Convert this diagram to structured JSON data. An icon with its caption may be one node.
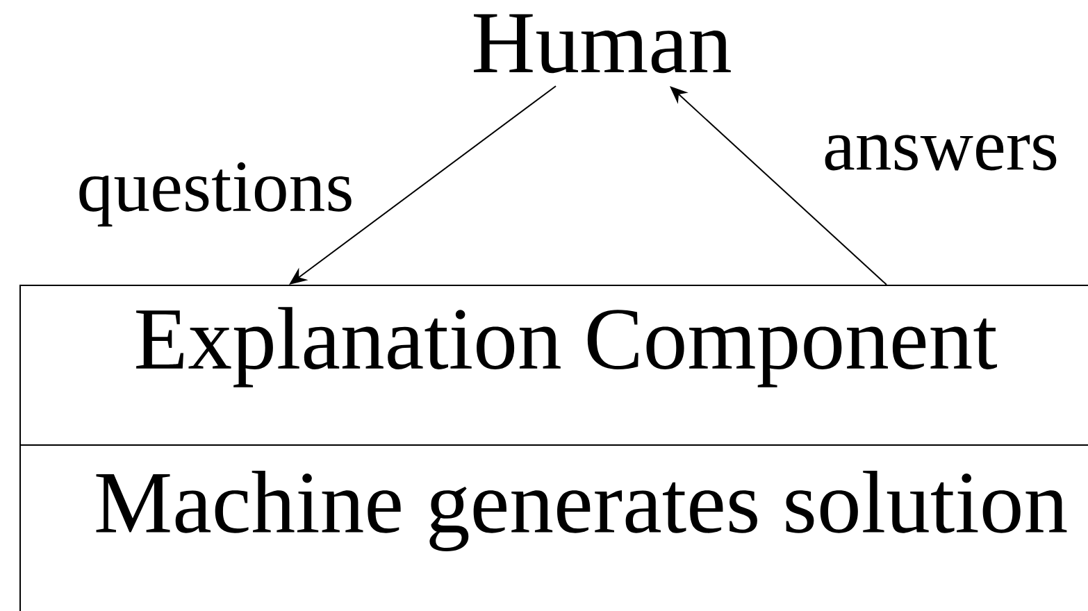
{
  "diagram": {
    "nodes": [
      {
        "text": [
          "Human"
        ]
      },
      {
        "text": [
          "Explanation Component"
        ]
      },
      {
        "text": [
          "Machine generates solution"
        ]
      }
    ],
    "edges": [
      {
        "from": 0,
        "to": 1,
        "arrow": "to",
        "label": "questions"
      },
      {
        "from": 1,
        "to": 0,
        "arrow": "to",
        "label": "answers"
      }
    ]
  }
}
